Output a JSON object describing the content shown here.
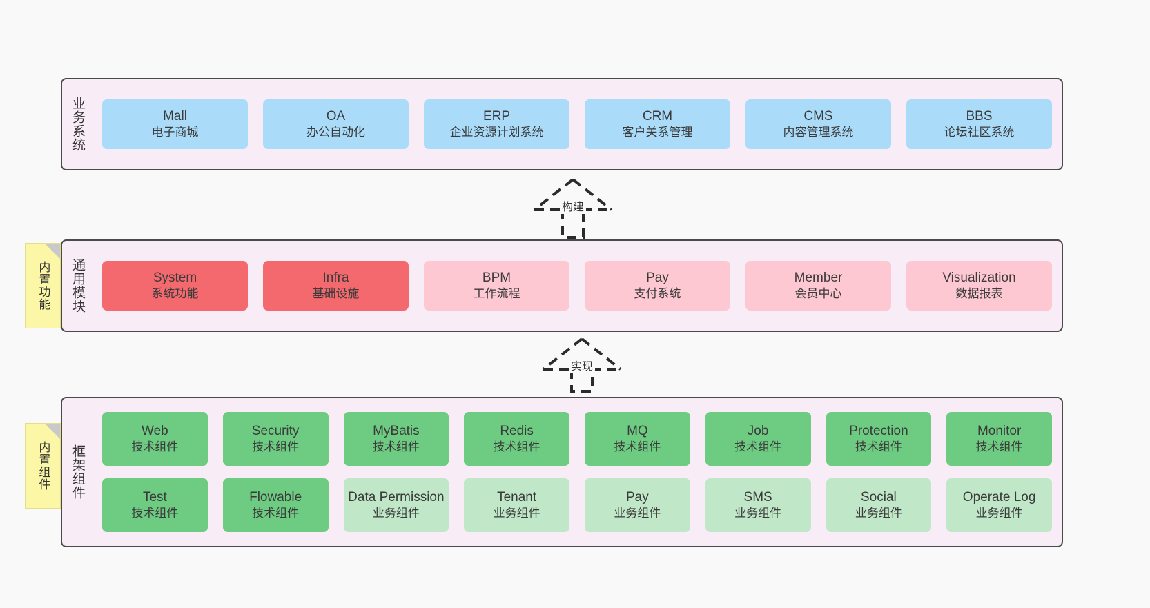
{
  "layers": [
    {
      "id": "business",
      "title": "业务系统",
      "rows": [
        {
          "cards": [
            {
              "name": "Mall",
              "sub": "电子商城",
              "color": "#aadcfa"
            },
            {
              "name": "OA",
              "sub": "办公自动化",
              "color": "#aadcfa"
            },
            {
              "name": "ERP",
              "sub": "企业资源计划系统",
              "color": "#aadcfa"
            },
            {
              "name": "CRM",
              "sub": "客户关系管理",
              "color": "#aadcfa"
            },
            {
              "name": "CMS",
              "sub": "内容管理系统",
              "color": "#aadcfa"
            },
            {
              "name": "BBS",
              "sub": "论坛社区系统",
              "color": "#aadcfa"
            }
          ]
        }
      ]
    },
    {
      "id": "modules",
      "title": "通用模块",
      "rows": [
        {
          "cards": [
            {
              "name": "System",
              "sub": "系统功能",
              "color": "#f4696e"
            },
            {
              "name": "Infra",
              "sub": "基础设施",
              "color": "#f4696e"
            },
            {
              "name": "BPM",
              "sub": "工作流程",
              "color": "#fdc8d2"
            },
            {
              "name": "Pay",
              "sub": "支付系统",
              "color": "#fdc8d2"
            },
            {
              "name": "Member",
              "sub": "会员中心",
              "color": "#fdc8d2"
            },
            {
              "name": "Visualization",
              "sub": "数据报表",
              "color": "#fdc8d2"
            }
          ]
        }
      ]
    },
    {
      "id": "framework",
      "title": "框架组件",
      "rows": [
        {
          "cards": [
            {
              "name": "Web",
              "sub": "技术组件",
              "color": "#6ecb82"
            },
            {
              "name": "Security",
              "sub": "技术组件",
              "color": "#6ecb82"
            },
            {
              "name": "MyBatis",
              "sub": "技术组件",
              "color": "#6ecb82"
            },
            {
              "name": "Redis",
              "sub": "技术组件",
              "color": "#6ecb82"
            },
            {
              "name": "MQ",
              "sub": "技术组件",
              "color": "#6ecb82"
            },
            {
              "name": "Job",
              "sub": "技术组件",
              "color": "#6ecb82"
            },
            {
              "name": "Protection",
              "sub": "技术组件",
              "color": "#6ecb82"
            },
            {
              "name": "Monitor",
              "sub": "技术组件",
              "color": "#6ecb82"
            }
          ]
        },
        {
          "cards": [
            {
              "name": "Test",
              "sub": "技术组件",
              "color": "#6ecb82"
            },
            {
              "name": "Flowable",
              "sub": "技术组件",
              "color": "#6ecb82"
            },
            {
              "name": "Data Permission",
              "sub": "业务组件",
              "color": "#c0e8c8"
            },
            {
              "name": "Tenant",
              "sub": "业务组件",
              "color": "#c0e8c8"
            },
            {
              "name": "Pay",
              "sub": "业务组件",
              "color": "#c0e8c8"
            },
            {
              "name": "SMS",
              "sub": "业务组件",
              "color": "#c0e8c8"
            },
            {
              "name": "Social",
              "sub": "业务组件",
              "color": "#c0e8c8"
            },
            {
              "name": "Operate Log",
              "sub": "业务组件",
              "color": "#c0e8c8"
            }
          ]
        }
      ]
    }
  ],
  "sticky_notes": [
    {
      "id": "features",
      "label": "内置功能"
    },
    {
      "id": "components",
      "label": "内置组件"
    }
  ],
  "connectors": [
    {
      "id": "build",
      "label": "构建"
    },
    {
      "id": "implement",
      "label": "实现"
    }
  ],
  "colors": {
    "panel_background": "#f8ecf6",
    "panel_border": "#4a4a4a",
    "page_background": "#f9f9f9",
    "sticky_background": "#fbf7a6",
    "business_card": "#aadcfa",
    "module_core_card": "#f4696e",
    "module_card": "#fdc8d2",
    "tech_component_card": "#6ecb82",
    "business_component_card": "#c0e8c8",
    "connector_stroke": "#2b2b2b"
  }
}
